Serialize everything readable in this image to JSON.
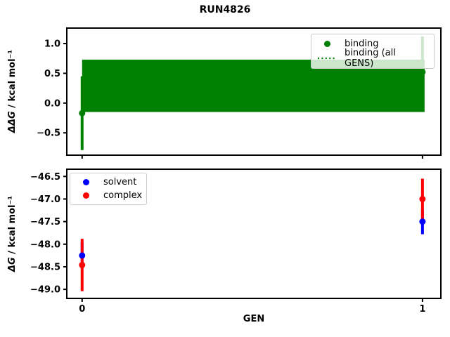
{
  "figure": {
    "title": "RUN4826",
    "xlabel": "GEN",
    "background": "#ffffff",
    "accent_colors": {
      "binding": "#008000",
      "solvent": "#0000ff",
      "complex": "#ff0000"
    }
  },
  "chart_data": [
    {
      "type": "scatter",
      "panel": "binding-ddg",
      "ylabel_math": "ΔΔG",
      "ylabel_units": " / kcal mol⁻¹",
      "xlim": [
        -0.045,
        1.054
      ],
      "ylim": [
        -0.875,
        1.26
      ],
      "yticks": [
        1.0,
        0.5,
        0.0,
        -0.5
      ],
      "ytick_labels": [
        "1.0",
        "0.5",
        "0.0",
        "−0.5"
      ],
      "xticks": [
        0,
        1
      ],
      "xtick_labels": [
        "",
        ""
      ],
      "grid": false,
      "series": [
        {
          "name": "binding",
          "color": "#008000",
          "marker": "circle",
          "x": [
            0,
            1
          ],
          "y": [
            -0.17,
            0.52
          ],
          "yerr": [
            0.62,
            0.6
          ]
        }
      ],
      "band": {
        "name": "binding (all GENS)",
        "color": "#008000",
        "line_style": "dotted",
        "x": [
          0,
          1
        ],
        "ylow": -0.15,
        "yhigh": 0.73,
        "center": 0.29
      },
      "legend": {
        "position": "top-right",
        "entries": [
          {
            "label": "binding",
            "marker": "dot",
            "color": "#008000"
          },
          {
            "label": "binding (all GENS)",
            "marker": "dotted-line",
            "color": "#008000"
          }
        ]
      }
    },
    {
      "type": "scatter",
      "panel": "dg-solvent-complex",
      "ylabel_math": "ΔG",
      "ylabel_units": " / kcal mol⁻¹",
      "xlabel": "GEN",
      "xlim": [
        -0.045,
        1.054
      ],
      "ylim": [
        -49.2,
        -46.34
      ],
      "yticks": [
        -46.5,
        -47.0,
        -47.5,
        -48.0,
        -48.5,
        -49.0
      ],
      "ytick_labels": [
        "−46.5",
        "−47.0",
        "−47.5",
        "−48.0",
        "−48.5",
        "−49.0"
      ],
      "xticks": [
        0,
        1
      ],
      "xtick_labels": [
        "0",
        "1"
      ],
      "grid": false,
      "series": [
        {
          "name": "solvent",
          "color": "#0000ff",
          "marker": "circle",
          "x": [
            0,
            1
          ],
          "y": [
            -48.25,
            -47.5
          ],
          "yerr": [
            0.29,
            0.28
          ]
        },
        {
          "name": "complex",
          "color": "#ff0000",
          "marker": "circle",
          "x": [
            0,
            1
          ],
          "y": [
            -48.46,
            -47.0
          ],
          "yerr": [
            0.58,
            0.45
          ]
        }
      ],
      "legend": {
        "position": "top-left",
        "entries": [
          {
            "label": "solvent",
            "marker": "dot",
            "color": "#0000ff"
          },
          {
            "label": "complex",
            "marker": "dot",
            "color": "#ff0000"
          }
        ]
      }
    }
  ]
}
